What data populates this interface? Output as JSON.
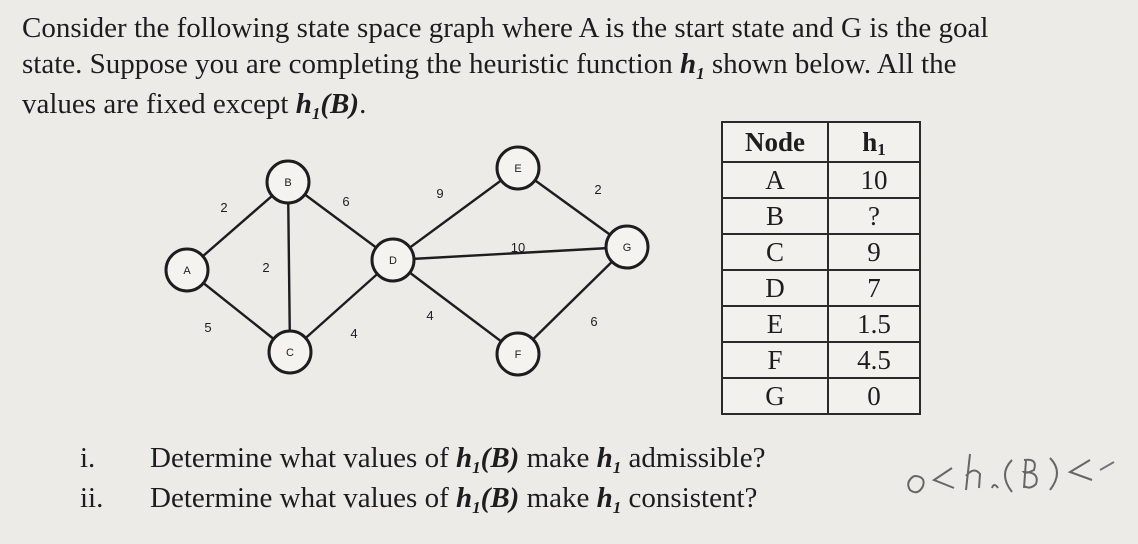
{
  "intro": {
    "line1": "Consider the following state space graph where A is the start state and G is the goal",
    "line2a": "state. Suppose you are completing the heuristic function ",
    "h": "h",
    "sub1": "1",
    "line2b": " shown below. All the",
    "line3a": "values are fixed except ",
    "hb": "(B)",
    "line3b": "."
  },
  "graph": {
    "nodes": [
      {
        "id": "A",
        "label": "A"
      },
      {
        "id": "B",
        "label": "B"
      },
      {
        "id": "C",
        "label": "C"
      },
      {
        "id": "D",
        "label": "D"
      },
      {
        "id": "E",
        "label": "E"
      },
      {
        "id": "F",
        "label": "F"
      },
      {
        "id": "G",
        "label": "G"
      }
    ],
    "edges": [
      {
        "from": "A",
        "to": "B",
        "cost": "2"
      },
      {
        "from": "A",
        "to": "C",
        "cost": "5"
      },
      {
        "from": "B",
        "to": "C",
        "cost": "2"
      },
      {
        "from": "B",
        "to": "D",
        "cost": "6"
      },
      {
        "from": "C",
        "to": "D",
        "cost": "4"
      },
      {
        "from": "D",
        "to": "E",
        "cost": "9"
      },
      {
        "from": "D",
        "to": "F",
        "cost": "4"
      },
      {
        "from": "D",
        "to": "G",
        "cost": "10"
      },
      {
        "from": "E",
        "to": "G",
        "cost": "2"
      },
      {
        "from": "F",
        "to": "G",
        "cost": "6"
      }
    ]
  },
  "table": {
    "header_node": "Node",
    "header_h": "h",
    "header_sub": "1",
    "rows": [
      {
        "node": "A",
        "h": "10"
      },
      {
        "node": "B",
        "h": "?"
      },
      {
        "node": "C",
        "h": "9"
      },
      {
        "node": "D",
        "h": "7"
      },
      {
        "node": "E",
        "h": "1.5"
      },
      {
        "node": "F",
        "h": "4.5"
      },
      {
        "node": "G",
        "h": "0"
      }
    ]
  },
  "questions": [
    {
      "num": "i.",
      "pre": "Determine what values of ",
      "h": "h",
      "sub": "1",
      "mid": "(B)",
      "post": " make ",
      "h2": "h",
      "sub2": "1",
      "end": " admissible?"
    },
    {
      "num": "ii.",
      "pre": "Determine what values of ",
      "h": "h",
      "sub": "1",
      "mid": "(B)",
      "post": " make ",
      "h2": "h",
      "sub2": "1",
      "end": " consistent?"
    }
  ],
  "handwriting": {
    "note": "0<h1(B)<"
  }
}
